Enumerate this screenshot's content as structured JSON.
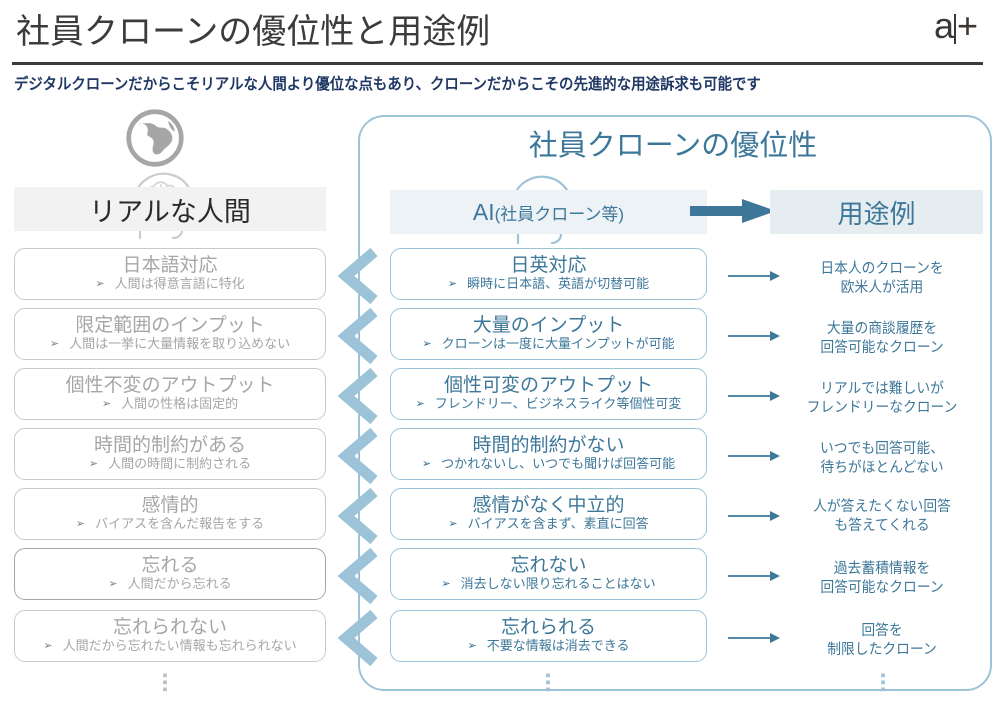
{
  "header": {
    "title": "社員クローンの優位性と用途例",
    "logo_a": "a",
    "logo_plus": "+",
    "subtitle": "デジタルクローンだからこそリアルな人間より優位な点もあり、クローンだからこその先進的な用途訴求も可能です"
  },
  "container": {
    "title": "社員クローンの優位性"
  },
  "columns": {
    "left_header": "リアルな人間",
    "mid_header_main": "AI",
    "mid_header_sub": "(社員クローン等)",
    "right_header": "用途例"
  },
  "colors": {
    "accent_blue": "#3d7799",
    "border_blue": "#9dc3d8",
    "chevron_blue": "#9dc3d8",
    "gray_text": "#a6a6a6",
    "gray_border": "#c9c9c9",
    "band_left_bg": "#f2f2f2",
    "band_mid_bg": "#edf2f6",
    "band_right_bg": "#e6edf1",
    "title_color": "#3b3b3b",
    "subtitle_color": "#1f3864"
  },
  "rows": [
    {
      "human_title": "日本語対応",
      "human_sub": "人間は得意言語に特化",
      "ai_title": "日英対応",
      "ai_sub": "瞬時に日本語、英語が切替可能",
      "usecase": [
        "日本人のクローンを",
        "欧米人が活用"
      ]
    },
    {
      "human_title": "限定範囲のインプット",
      "human_sub": "人間は一挙に大量情報を取り込めない",
      "ai_title": "大量のインプット",
      "ai_sub": "クローンは一度に大量インプットが可能",
      "usecase": [
        "大量の商談履歴を",
        "回答可能なクローン"
      ]
    },
    {
      "human_title": "個性不変のアウトプット",
      "human_sub": "人間の性格は固定的",
      "ai_title": "個性可変のアウトプット",
      "ai_sub": "フレンドリー、ビジネスライク等個性可変",
      "usecase": [
        "リアルでは難しいが",
        "フレンドリーなクローン"
      ]
    },
    {
      "human_title": "時間的制約がある",
      "human_sub": "人間の時間に制約される",
      "ai_title": "時間的制約がない",
      "ai_sub": "つかれないし、いつでも聞けば回答可能",
      "usecase": [
        "いつでも回答可能、",
        "待ちがほとんどない"
      ]
    },
    {
      "human_title": "感情的",
      "human_sub": "バイアスを含んだ報告をする",
      "ai_title": "感情がなく中立的",
      "ai_sub": "バイアスを含まず、素直に回答",
      "usecase": [
        "人が答えたくない回答",
        "も答えてくれる"
      ]
    },
    {
      "human_title": "忘れる",
      "human_sub": "人間だから忘れる",
      "ai_title": "忘れない",
      "ai_sub": "消去しない限り忘れることはない",
      "usecase": [
        "過去蓄積情報を",
        "回答可能なクローン"
      ]
    },
    {
      "human_title": "忘れられない",
      "human_sub": "人間だから忘れたい情報も忘れられない",
      "ai_title": "忘れられる",
      "ai_sub": "不要な情報は消去できる",
      "usecase": [
        "回答を",
        "制限したクローン"
      ]
    }
  ],
  "bullet_glyph": "➢",
  "ellipsis_dot": "▪"
}
